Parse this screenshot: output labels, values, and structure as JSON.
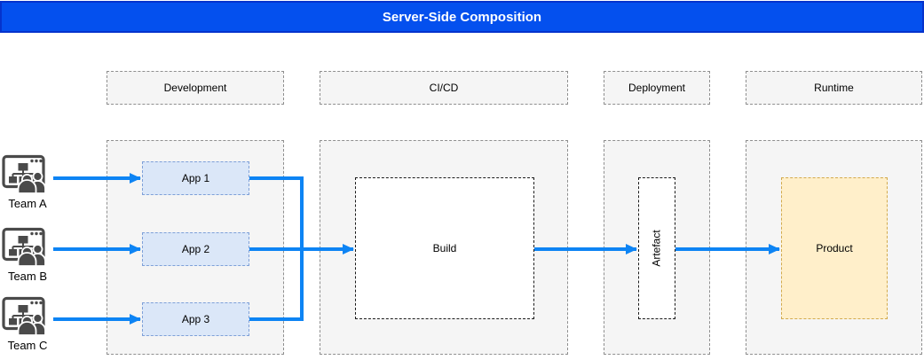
{
  "title": {
    "label": "Server-Side Composition"
  },
  "lanes": [
    {
      "label": "Development"
    },
    {
      "label": "CI/CD"
    },
    {
      "label": "Deployment"
    },
    {
      "label": "Runtime"
    }
  ],
  "teams": [
    {
      "label": "Team A"
    },
    {
      "label": "Team B"
    },
    {
      "label": "Team C"
    }
  ],
  "apps": [
    {
      "label": "App 1"
    },
    {
      "label": "App 2"
    },
    {
      "label": "App 3"
    }
  ],
  "nodes": {
    "build": {
      "label": "Build"
    },
    "artefact": {
      "label": "Artefact"
    },
    "product": {
      "label": "Product"
    }
  },
  "colors": {
    "title-bg": "#0450ee",
    "title-border": "#0533cd",
    "title-fg": "#ffffff",
    "lane-fill": "#f5f5f5",
    "lane-border": "#8f8f8f",
    "arrow": "#0d84f4",
    "app-fill": "#dbe7f8",
    "app-border": "#7ea0d8",
    "node-fill": "#ffffff",
    "node-border": "#1a1a1a",
    "product-fill": "#ffefca",
    "product-border": "#d2aa4d",
    "icon": "#4a4a4a",
    "text": "#000000"
  }
}
